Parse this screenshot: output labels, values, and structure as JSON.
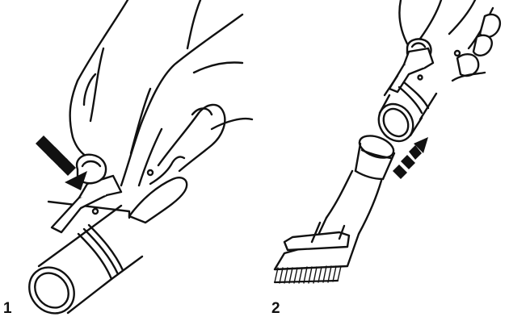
{
  "panels": [
    {
      "step_label": "1",
      "icon": "press-release-clip"
    },
    {
      "step_label": "2",
      "icon": "attach-brush-nozzle"
    }
  ],
  "colors": {
    "line": "#111111",
    "fill": "#ffffff",
    "arrow": "#111111"
  }
}
